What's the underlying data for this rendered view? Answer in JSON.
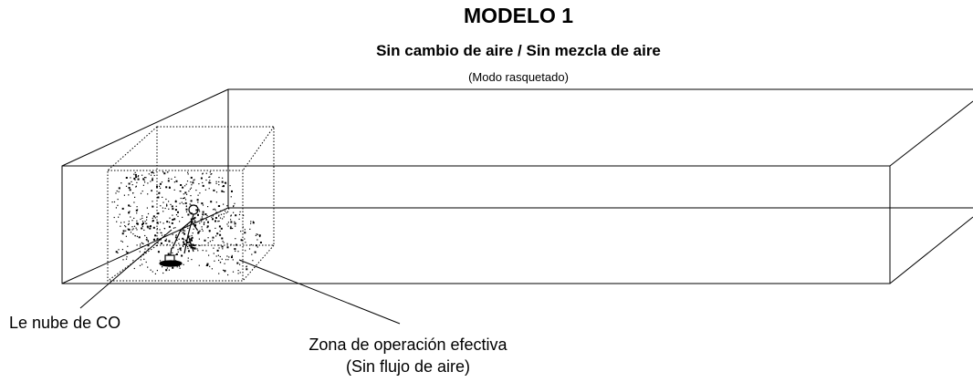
{
  "header": {
    "title": "MODELO 1",
    "subtitle": "Sin cambio de aire / Sin mezcla de aire",
    "note": "(Modo rasquetado)"
  },
  "labels": {
    "cloud": "Le nube de CO",
    "zone_line1": "Zona de operación efectiva",
    "zone_line2": "(Sin flujo de aire)"
  },
  "colors": {
    "line": "#000000",
    "background": "#ffffff"
  }
}
